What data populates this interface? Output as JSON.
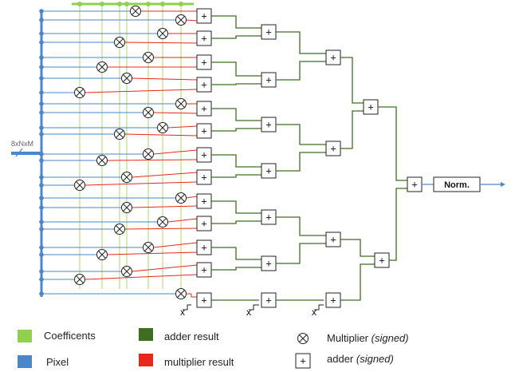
{
  "bus_label": "8xNxM",
  "norm_label": "Norm.",
  "x_mark": "x",
  "adder_symbol": "+",
  "mult_symbol": "⊗",
  "colors": {
    "coefficients": "#8fd14f",
    "pixel": "#4a86c8",
    "adder_result": "#3f6e22",
    "multiplier_result": "#e8281e"
  },
  "legend": {
    "coefficients": "Coefficents",
    "pixel": "Pixel",
    "adder_result": "adder  result",
    "multiplier_result": "multiplier result",
    "multiplier": "Multiplier",
    "multiplier_note": "(signed)",
    "adder": "adder",
    "adder_note": "(signed)"
  }
}
